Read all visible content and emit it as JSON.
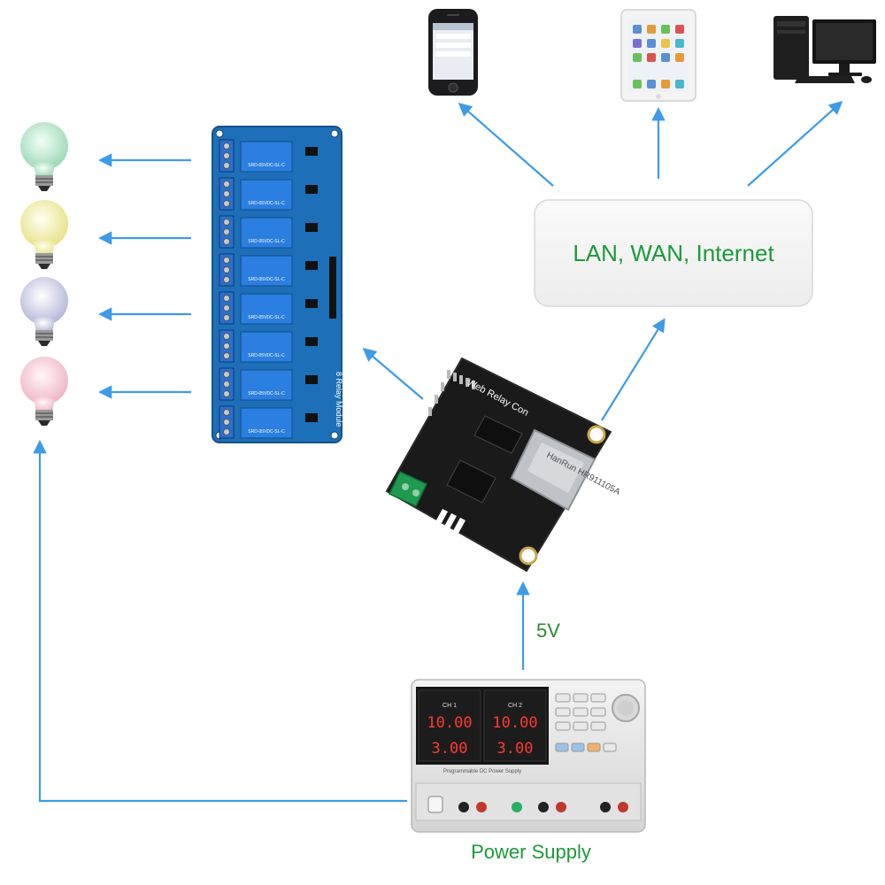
{
  "network": {
    "label": "LAN, WAN, Internet"
  },
  "voltage": {
    "label": "5V"
  },
  "power_supply": {
    "label": "Power Supply",
    "ch1_label": "CH 1",
    "ch2_label": "CH 2",
    "ch1_voltage": "10.00",
    "ch1_current": "3.00",
    "ch2_voltage": "10.00",
    "ch2_current": "3.00",
    "panel_text": "Programmable DC Power Supply"
  },
  "relay_module": {
    "title": "8 Relay Module",
    "relay_text": "SRD-05VDC-SL-C",
    "relay_count": 8
  },
  "controller_board": {
    "jack_text": "HanRun HR911105A",
    "silk_text": "Web Relay Con"
  },
  "bulbs": {
    "count": 4
  },
  "colors": {
    "arrow": "#3d9be8",
    "label_green": "#1a9a3a",
    "relay_blue": "#1d6fb8",
    "board_black": "#1a1a1a"
  }
}
